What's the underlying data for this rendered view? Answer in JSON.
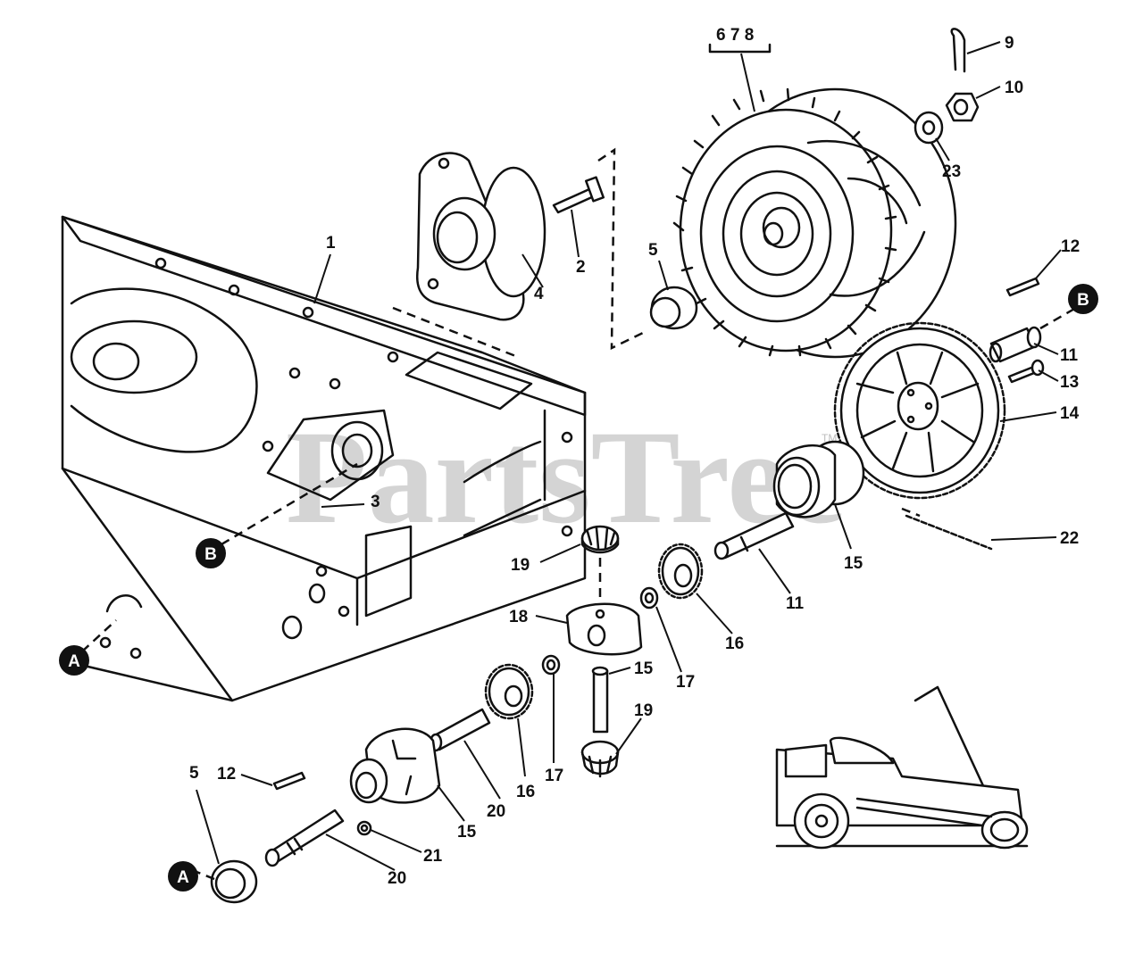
{
  "watermark": {
    "text": "PartsTree",
    "trademark": "TM"
  },
  "colors": {
    "ink": "#111111",
    "watermark": "#d4d4d4",
    "background": "#ffffff"
  },
  "bracket_label": "6 7 8",
  "callouts": {
    "a": "A",
    "b": "B"
  },
  "part_labels": {
    "p1": "1",
    "p2": "2",
    "p3": "3",
    "p4": "4",
    "p5_top": "5",
    "p5_bottom": "5",
    "p9": "9",
    "p10": "10",
    "p11_top": "11",
    "p11_mid": "11",
    "p12_top": "12",
    "p12_bottom": "12",
    "p13": "13",
    "p14": "14",
    "p15_right": "15",
    "p15_mid": "15",
    "p15_bottom": "15",
    "p16_mid": "16",
    "p16_bottom": "16",
    "p17_mid": "17",
    "p17_bottom": "17",
    "p18": "18",
    "p19_top": "19",
    "p19_bottom": "19",
    "p20_mid": "20",
    "p20_bottom": "20",
    "p21": "21",
    "p22": "22",
    "p23": "23"
  }
}
